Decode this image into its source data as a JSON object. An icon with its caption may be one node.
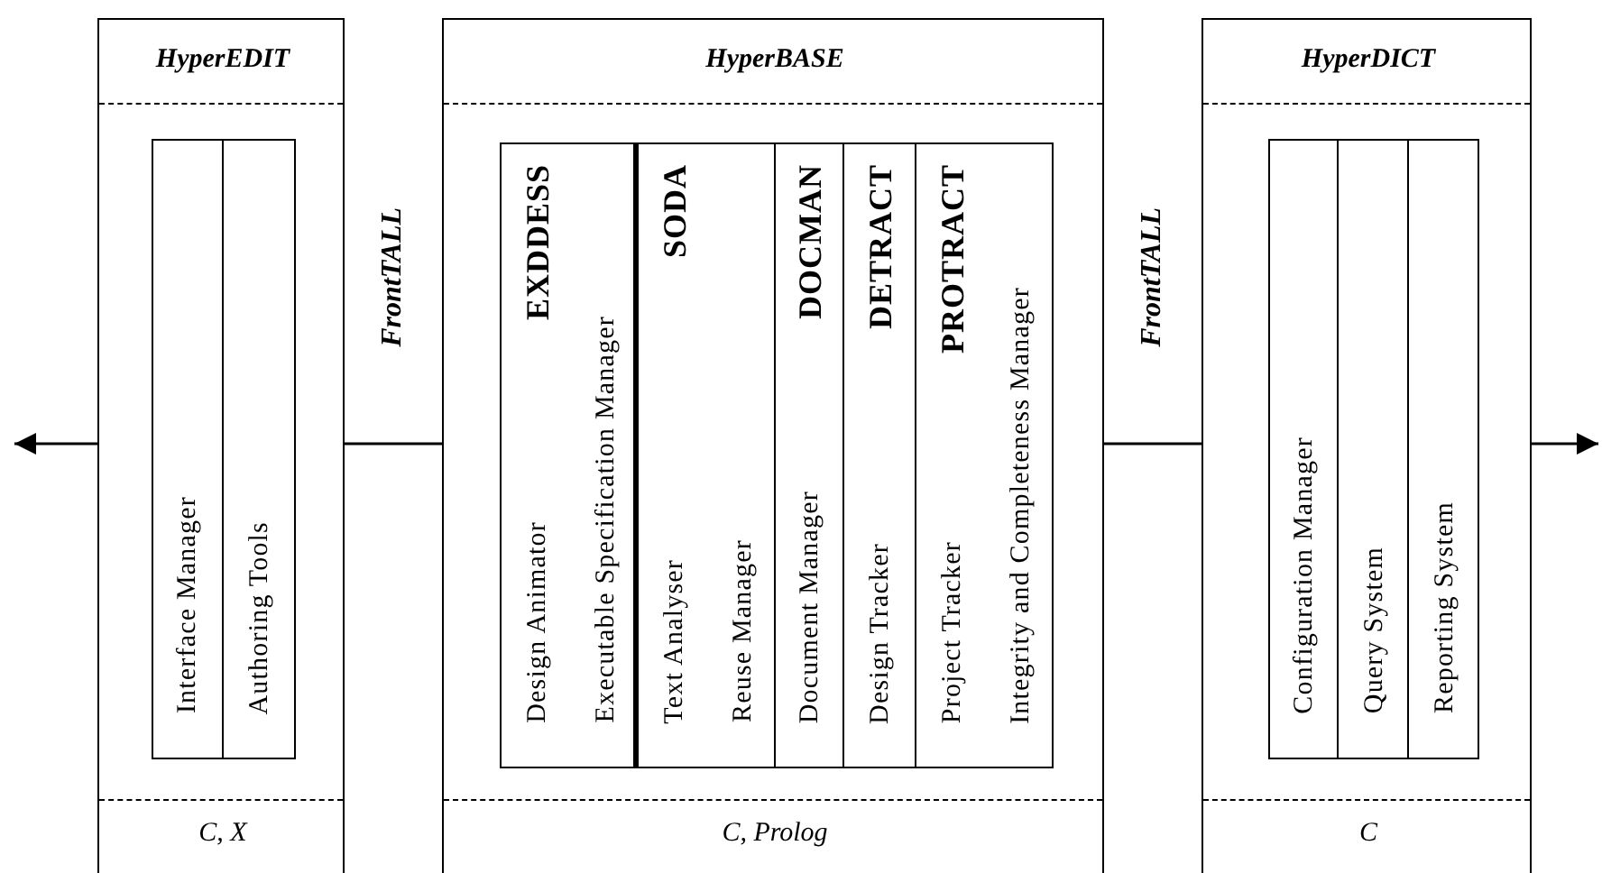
{
  "diagram": {
    "nodes": [
      {
        "text": [
          "HyperEDIT",
          "C, X"
        ]
      },
      {
        "text": [
          "Interface Manager"
        ],
        "in": 0
      },
      {
        "text": [
          "Authoring Tools"
        ],
        "in": 0
      },
      {
        "text": [
          "HyperBASE",
          "C, Prolog"
        ]
      },
      {
        "text": [
          "EXDDESS",
          "Design Animator",
          "Executable Specification Manager"
        ],
        "in": 3
      },
      {
        "text": [
          "SODA",
          "Text Analyser",
          "Reuse Manager"
        ],
        "in": 3
      },
      {
        "text": [
          "DOCMAN",
          "Document Manager"
        ],
        "in": 3
      },
      {
        "text": [
          "DETRACT",
          "Design Tracker"
        ],
        "in": 3
      },
      {
        "text": [
          "PROTRACT",
          "Project Tracker",
          "Integrity and Completeness Manager"
        ],
        "in": 3
      },
      {
        "text": [
          "HyperDICT",
          "C"
        ]
      },
      {
        "text": [
          "Configuration Manager"
        ],
        "in": 9
      },
      {
        "text": [
          "Query System"
        ],
        "in": 9
      },
      {
        "text": [
          "Reporting System"
        ],
        "in": 9
      }
    ],
    "edges": [
      {
        "from": 0,
        "to": null,
        "arrow": "to"
      },
      {
        "from": 0,
        "to": 3,
        "arrow": "none",
        "label": "FrontTALL"
      },
      {
        "from": 3,
        "to": 9,
        "arrow": "none",
        "label": "FrontTALL"
      },
      {
        "from": 9,
        "to": null,
        "arrow": "to"
      }
    ]
  }
}
